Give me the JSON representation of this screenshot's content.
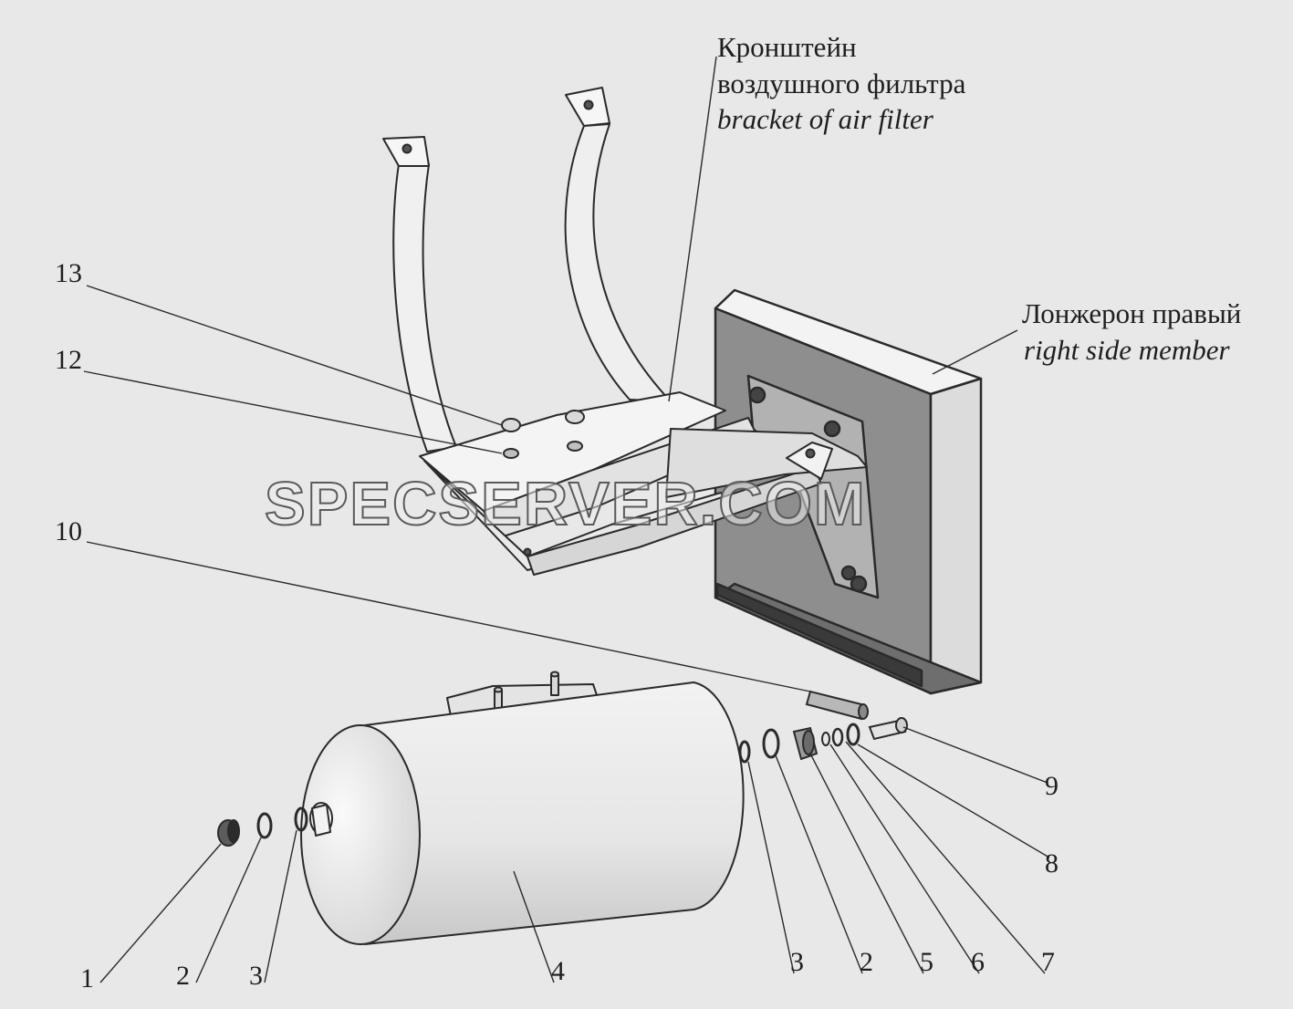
{
  "callouts": {
    "c1": "1",
    "c2a": "2",
    "c3a": "3",
    "c4": "4",
    "c3b": "3",
    "c2b": "2",
    "c5": "5",
    "c6": "6",
    "c7": "7",
    "c8": "8",
    "c9": "9",
    "c10": "10",
    "c12": "12",
    "c13": "13"
  },
  "labels": {
    "bracket_ru_1": "Кронштейн",
    "bracket_ru_2": "воздушного фильтра",
    "bracket_en": "bracket of air filter",
    "member_ru": "Лонжерон правый",
    "member_en": "right side member"
  },
  "watermark": "SPECSERVER.COM",
  "colors": {
    "background": "#e8e8e8",
    "line": "#2a2a2a",
    "part": "#ececec"
  }
}
